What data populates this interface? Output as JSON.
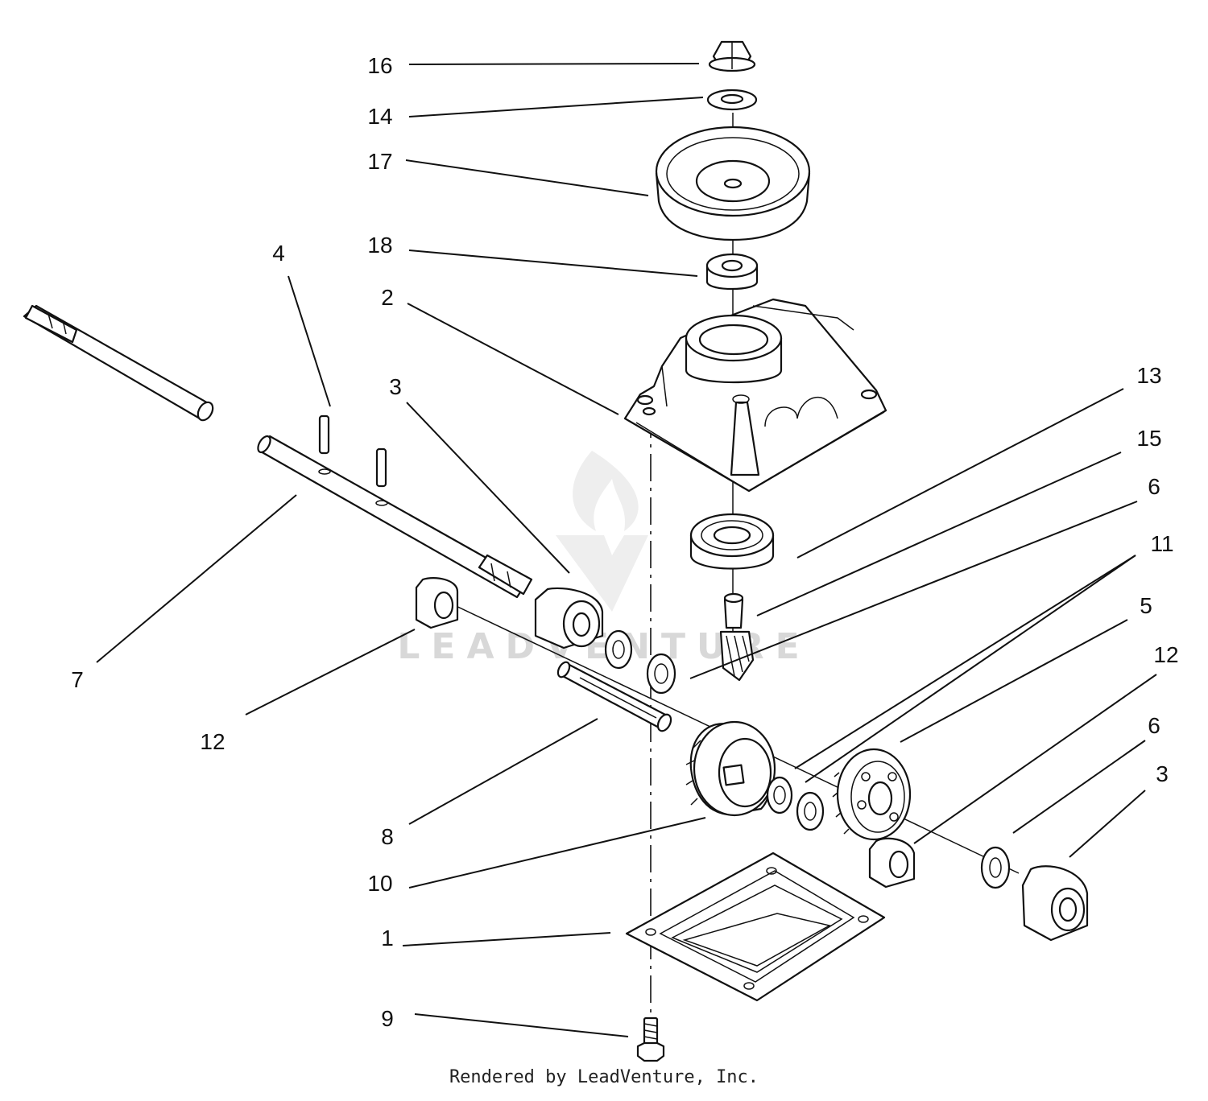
{
  "callouts": [
    {
      "id": "c16",
      "label": "16"
    },
    {
      "id": "c14",
      "label": "14"
    },
    {
      "id": "c17",
      "label": "17"
    },
    {
      "id": "c18",
      "label": "18"
    },
    {
      "id": "c2",
      "label": "2"
    },
    {
      "id": "c4",
      "label": "4"
    },
    {
      "id": "c3a",
      "label": "3"
    },
    {
      "id": "c13",
      "label": "13"
    },
    {
      "id": "c15",
      "label": "15"
    },
    {
      "id": "c6a",
      "label": "6"
    },
    {
      "id": "c11",
      "label": "11"
    },
    {
      "id": "c5",
      "label": "5"
    },
    {
      "id": "c12b",
      "label": "12"
    },
    {
      "id": "c6b",
      "label": "6"
    },
    {
      "id": "c3b",
      "label": "3"
    },
    {
      "id": "c7",
      "label": "7"
    },
    {
      "id": "c12a",
      "label": "12"
    },
    {
      "id": "c8",
      "label": "8"
    },
    {
      "id": "c10",
      "label": "10"
    },
    {
      "id": "c1",
      "label": "1"
    },
    {
      "id": "c9",
      "label": "9"
    }
  ],
  "watermark": "LEADVENTURE",
  "credit": "Rendered by LeadVenture, Inc."
}
